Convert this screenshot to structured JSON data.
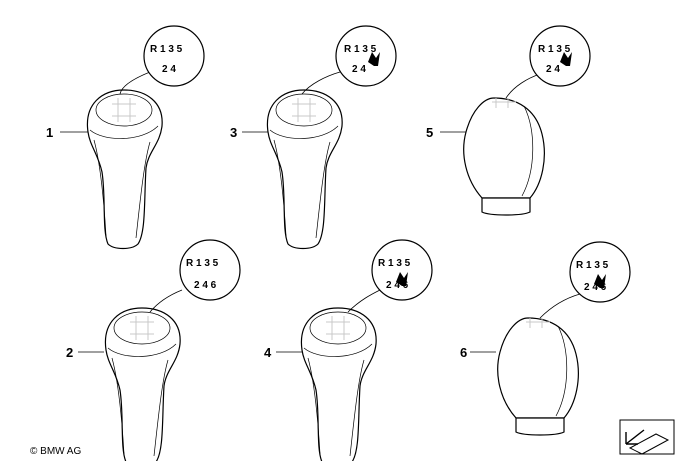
{
  "copyright": "© BMW AG",
  "items": [
    {
      "number": "1",
      "pattern_top": "R 1 3 5",
      "pattern_bottom": "2 4",
      "m_logo": false
    },
    {
      "number": "2",
      "pattern_top": "R 1 3 5",
      "pattern_bottom": "2 4 6",
      "m_logo": false
    },
    {
      "number": "3",
      "pattern_top": "R 1 3 5",
      "pattern_bottom": "2 4",
      "m_logo": true
    },
    {
      "number": "4",
      "pattern_top": "R 1 3 5",
      "pattern_bottom": "2 4 6",
      "m_logo": true
    },
    {
      "number": "5",
      "pattern_top": "R 1 3 5",
      "pattern_bottom": "2 4",
      "m_logo": true
    },
    {
      "number": "6",
      "pattern_top": "R 1 3 5",
      "pattern_bottom": "2 4 6",
      "m_logo": true
    }
  ],
  "icons": {
    "corner": "view-arrow-icon"
  }
}
